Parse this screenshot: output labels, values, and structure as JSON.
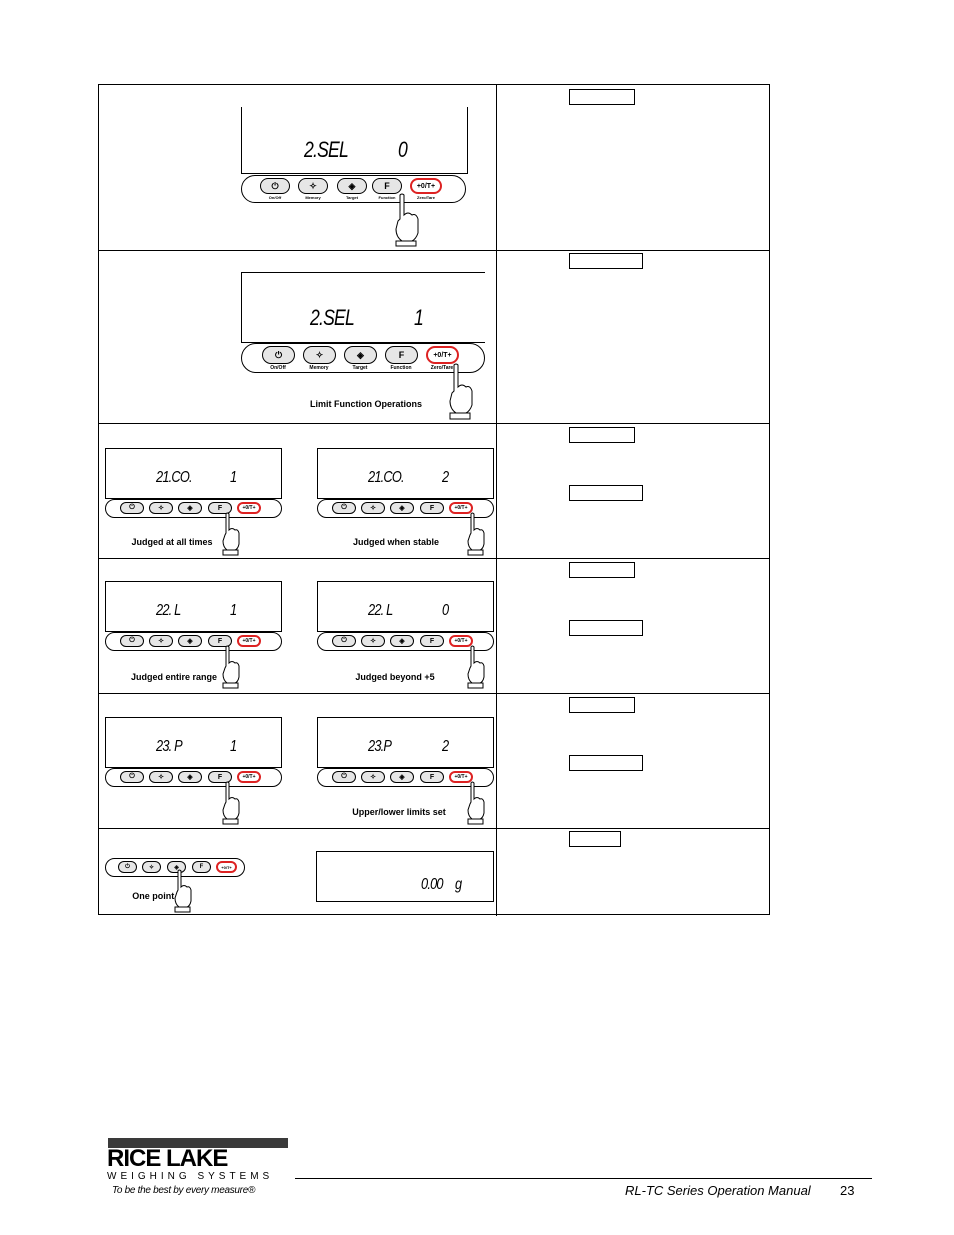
{
  "rows": [
    {
      "display_code": "2.SEL",
      "display_value": "0"
    },
    {
      "display_code": "2.SEL",
      "display_value": "1",
      "caption": "Limit Function Operations"
    },
    {
      "left_display": {
        "code": "21.CO.",
        "value": "1"
      },
      "left_caption": "Judged at all times",
      "right_display": {
        "code": "21.CO.",
        "value": "2"
      },
      "right_caption": "Judged when stable"
    },
    {
      "left_display": {
        "code": "22. L",
        "value": "1"
      },
      "left_caption": "Judged entire range",
      "right_display": {
        "code": "22. L",
        "value": "0"
      },
      "right_caption": "Judged beyond +5"
    },
    {
      "left_display": {
        "code": "23. P",
        "value": "1"
      },
      "left_caption": "One point set",
      "right_display": {
        "code": "23.P",
        "value": "2"
      },
      "right_caption": "Upper/lower limits set"
    },
    {
      "display_value": "0.00",
      "display_unit": "g"
    }
  ],
  "keypad": {
    "keys": [
      "⏻",
      "✧",
      "◈",
      "F",
      "+0/T+"
    ],
    "labels": [
      "On/Off",
      "Memory",
      "Target",
      "Function",
      "Zero/Tare"
    ]
  },
  "footer": {
    "brand": "RICE LAKE",
    "brand_sub": "WEIGHING SYSTEMS",
    "tagline": "To be the best by every measure®",
    "manual": "RL-TC Series Operation Manual",
    "page": "23"
  },
  "icons": [
    "pointing-hand-icon",
    "power-icon",
    "memory-icon",
    "target-icon"
  ]
}
